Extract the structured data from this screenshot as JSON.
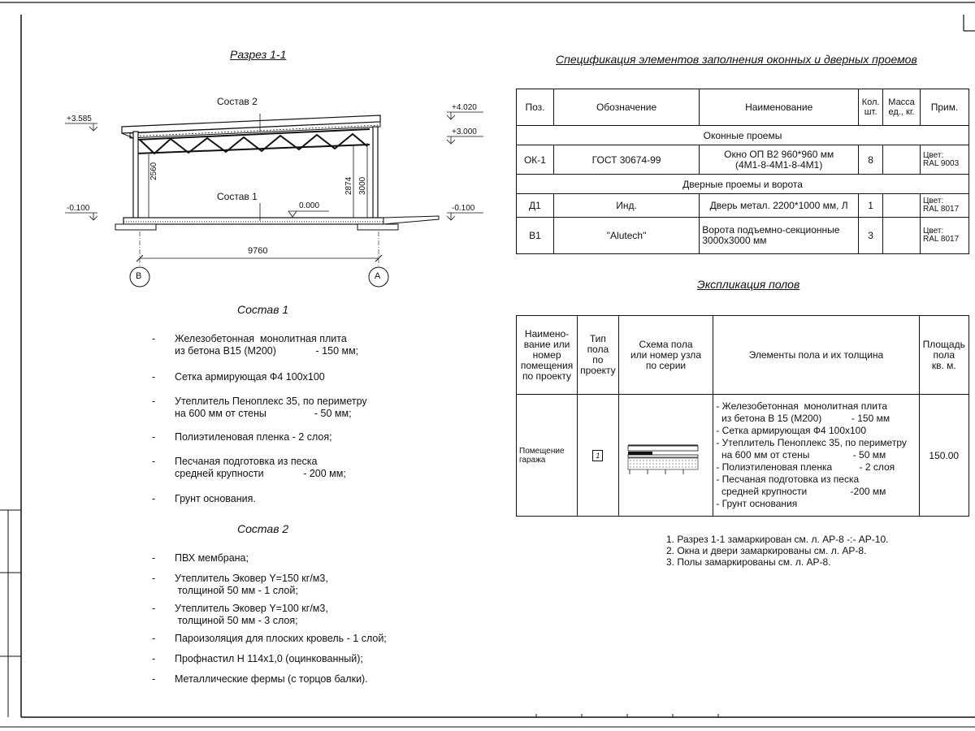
{
  "section": {
    "title": "Разрез 1-1",
    "label_composition2": "Состав 2",
    "label_composition1": "Состав 1",
    "level_left_top": "+3.585",
    "level_right_top": "+4.020",
    "level_right_mid": "+3.000",
    "level_left_bottom": "-0.100",
    "level_right_bottom": "-0.100",
    "level_floor": "0.000",
    "dim_2560": "2560",
    "dim_2874": "2874",
    "dim_3000": "3000",
    "dim_span": "9760",
    "axis_b": "В",
    "axis_a": "А"
  },
  "composition1": {
    "title": "Состав 1",
    "dash": "-",
    "items": [
      "Железобетонная  монолитная плита\nиз бетона В15 (М200)              - 150 мм;",
      "Сетка армирующая Ф4 100х100",
      "Утеплитель Пеноплекс 35, по периметру\nна 600 мм от стены                 - 50 мм;",
      "Полиэтиленовая пленка - 2 слоя;",
      "Песчаная подготовка из песка\nсредней крупности              - 200 мм;",
      "Грунт основания."
    ]
  },
  "composition2": {
    "title": "Состав 2",
    "dash": "-",
    "items": [
      "ПВХ мембрана;",
      "Утеплитель Эковер Y=150 кг/м3,\n толщиной 50 мм - 1 слой;",
      "Утеплитель Эковер Y=100 кг/м3,\n толщиной 50 мм - 3 слоя;",
      "Пароизоляция для плоских кровель - 1 слой;",
      "Профнастил Н 114х1,0 (оцинкованный);",
      "Металлические фермы (с торцов балки)."
    ]
  },
  "spec": {
    "title": "Спецификация элементов заполнения оконных и дверных проемов",
    "headers": [
      "Поз.",
      "Обозначение",
      "Наименование",
      "Кол. шт.",
      "Масса ед., кг.",
      "Прим."
    ],
    "group_windows": "Оконные проемы",
    "group_doors": "Дверные проемы и ворота",
    "rows": [
      {
        "pos": "ОК-1",
        "designation": "ГОСТ 30674-99",
        "name": "Окно ОП В2 960*960 мм\n(4М1-8-4М1-8-4М1)",
        "qty": "8",
        "mass": "",
        "note": "Цвет:\nRAL 9003"
      },
      {
        "pos": "Д1",
        "designation": "Инд.",
        "name": "Дверь метал. 2200*1000 мм, Л",
        "qty": "1",
        "mass": "",
        "note": "Цвет:\nRAL 8017"
      },
      {
        "pos": "В1",
        "designation": "\"Alutech\"",
        "name": "Ворота подъемно-секционные\n3000х3000 мм",
        "qty": "3",
        "mass": "",
        "note": "Цвет:\nRAL 8017"
      }
    ]
  },
  "floors": {
    "title": "Экспликация полов",
    "headers": [
      "Наимено-\nвание или\nномер\nпомещения\nпо проекту",
      "Тип\nпола\nпо\nпроекту",
      "Схема пола\nили номер узла\nпо серии",
      "Элементы пола и их толщина",
      "Площадь\nпола\nкв. м."
    ],
    "room": "Помещение\nгаража",
    "type": "1",
    "elements": "- Железобетонная  монолитная плита\n  из бетона В 15 (М200)           - 150 мм\n- Сетка армирующая Ф4 100х100\n- Утеплитель Пеноплекс 35, по периметру\n  на 600 мм от стены                - 50 мм\n- Полиэтиленовая пленка          - 2 слоя\n- Песчаная подготовка из песка\n  средней крупности                -200 мм\n- Грунт основания",
    "area": "150.00"
  },
  "notes": [
    "1. Разрез 1-1 замаркирован см. л. АР-8 -:- АР-10.",
    "2. Окна и двери замаркированы см. л. АР-8.",
    "3. Полы замаркированы см. л. АР-8."
  ]
}
